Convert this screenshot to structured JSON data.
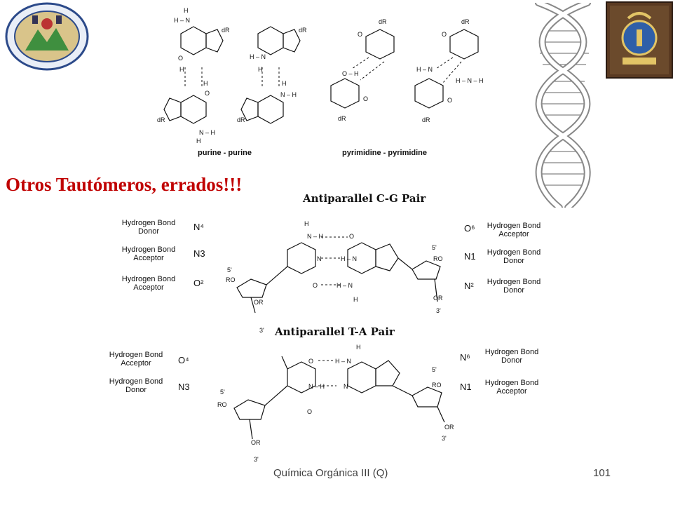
{
  "slide": {
    "title": "Otros Tautómeros, errados!!!",
    "footer_left": "Química Orgánica III (Q)",
    "footer_right": "101",
    "accent_color": "#c00000"
  },
  "top_figure": {
    "caption_left": "purine - purine",
    "caption_right": "pyrimidine - pyrimidine"
  },
  "cg_pair": {
    "title": "Antiparallel C-G Pair",
    "left_labels": [
      {
        "role": "Hydrogen Bond\nDonor",
        "atom": "N⁴"
      },
      {
        "role": "Hydrogen Bond\nAcceptor",
        "atom": "N3"
      },
      {
        "role": "Hydrogen Bond\nAcceptor",
        "atom": "O²"
      }
    ],
    "right_labels": [
      {
        "atom": "O⁶",
        "role": "Hydrogen Bond\nAcceptor"
      },
      {
        "atom": "N1",
        "role": "Hydrogen Bond\nDonor"
      },
      {
        "atom": "N²",
        "role": "Hydrogen Bond\nDonor"
      }
    ]
  },
  "ta_pair": {
    "title": "Antiparallel T-A Pair",
    "left_labels": [
      {
        "role": "Hydrogen Bond\nAcceptor",
        "atom": "O⁴"
      },
      {
        "role": "Hydrogen Bond\nDonor",
        "atom": "N3"
      }
    ],
    "right_labels": [
      {
        "atom": "N⁶",
        "role": "Hydrogen Bond\nDonor"
      },
      {
        "atom": "N1",
        "role": "Hydrogen Bond\nAcceptor"
      }
    ]
  }
}
